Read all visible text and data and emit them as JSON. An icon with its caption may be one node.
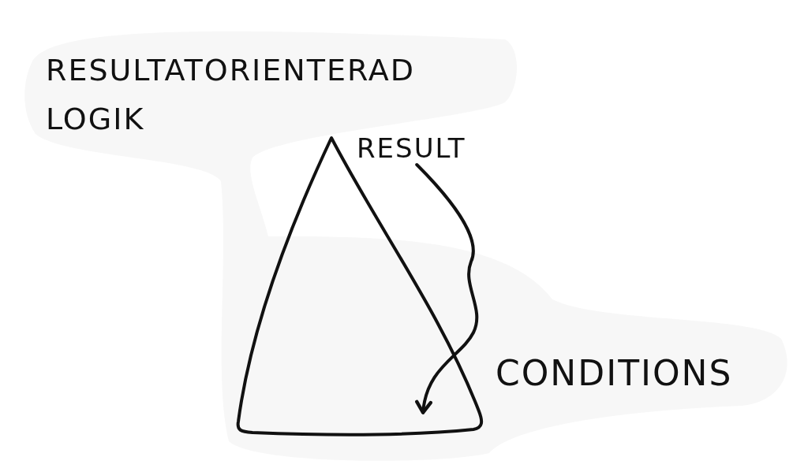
{
  "diagram": {
    "title": "RESULTATORIENTERAD LOGIK",
    "nodes": [
      {
        "text": [
          "RESULT"
        ]
      },
      {
        "text": [],
        "shape": "triangle"
      }
    ],
    "edges": [
      {
        "from": 0,
        "to": 1,
        "arrow": "to"
      }
    ],
    "labels": [
      "CONDITIONS"
    ]
  }
}
